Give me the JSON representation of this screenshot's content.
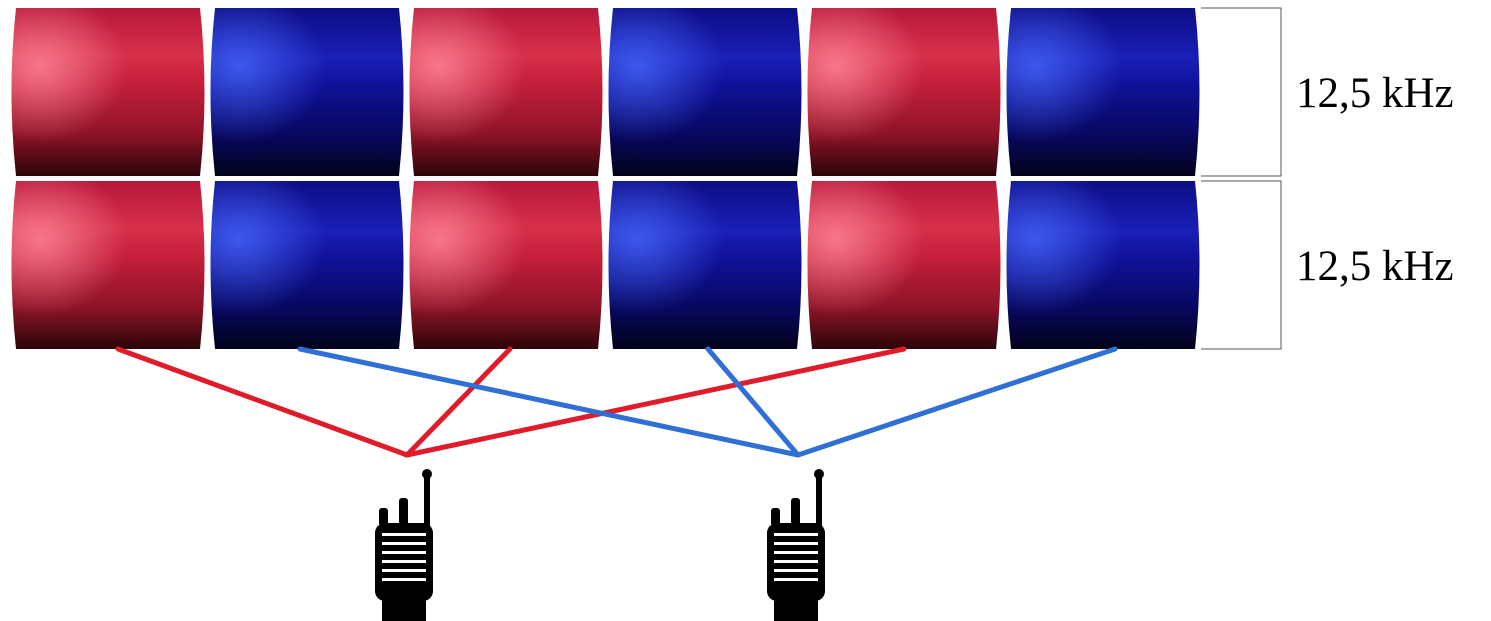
{
  "channels": [
    {
      "label": "12,5 kHz",
      "slots": [
        "red",
        "blue",
        "red",
        "blue",
        "red",
        "blue"
      ]
    },
    {
      "label": "12,5 kHz",
      "slots": [
        "red",
        "blue",
        "red",
        "blue",
        "red",
        "blue"
      ]
    }
  ],
  "colors": {
    "red_slot": "#c41e3a",
    "blue_slot": "#0f0f8c",
    "red_link": "#e01b2a",
    "blue_link": "#2f6fd6",
    "bracket": "#555555",
    "radio": "#000000"
  },
  "radios": [
    {
      "name": "radio-red",
      "icon": "walkie-talkie-icon",
      "link_color": "red"
    },
    {
      "name": "radio-blue",
      "icon": "walkie-talkie-icon",
      "link_color": "blue"
    }
  ]
}
